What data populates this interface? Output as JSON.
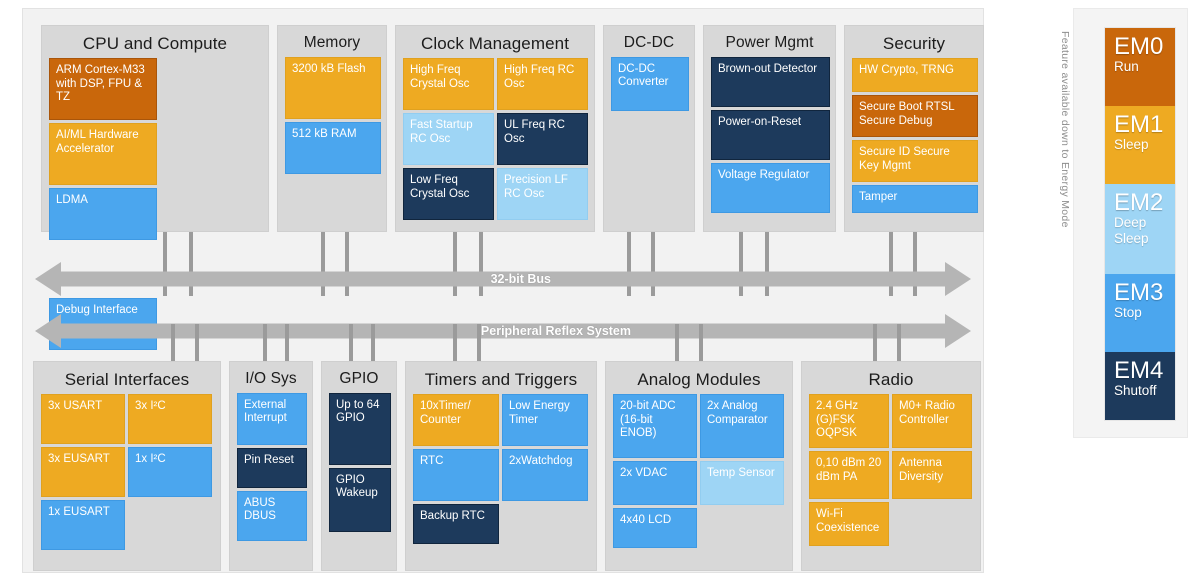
{
  "colors": {
    "em0": "#c9670b",
    "em1": "#eeaa22",
    "em2": "#9ed5f5",
    "em3": "#4ba6ee",
    "em4": "#1d3a5c",
    "panel_bg": "#f2f2f2",
    "group_bg": "#d8d8d8",
    "bus": "#b5b5b5"
  },
  "top_groups": [
    {
      "title": "CPU and Compute",
      "cells": [
        {
          "label": "ARM Cortex-M33 with DSP, FPU & TZ",
          "mode": "em0"
        },
        {
          "label": "AI/ML Hardware Accelerator",
          "mode": "em1"
        },
        {
          "label": "LDMA",
          "mode": "em3"
        },
        {
          "label": "",
          "mode": "blank"
        },
        {
          "label": "Debug Interface",
          "mode": "em3"
        },
        {
          "label": "",
          "mode": "blank"
        }
      ]
    },
    {
      "title": "Memory",
      "cells": [
        {
          "label": "3200 kB Flash",
          "mode": "em1"
        },
        {
          "label": "512 kB RAM",
          "mode": "em3"
        }
      ]
    },
    {
      "title": "Clock Management",
      "cells": [
        {
          "label": "High Freq Crystal Osc",
          "mode": "em1"
        },
        {
          "label": "High Freq RC Osc",
          "mode": "em1"
        },
        {
          "label": "Fast Startup RC Osc",
          "mode": "em2"
        },
        {
          "label": "UL Freq RC Osc",
          "mode": "em4"
        },
        {
          "label": "Low Freq Crystal Osc",
          "mode": "em4"
        },
        {
          "label": "Precision LF RC Osc",
          "mode": "em2"
        }
      ]
    },
    {
      "title": "DC-DC",
      "cells": [
        {
          "label": "DC-DC Converter",
          "mode": "em3"
        }
      ]
    },
    {
      "title": "Power Mgmt",
      "cells": [
        {
          "label": "Brown-out Detector",
          "mode": "em4"
        },
        {
          "label": "Power-on-Reset",
          "mode": "em4"
        },
        {
          "label": "Voltage Regulator",
          "mode": "em3"
        }
      ]
    },
    {
      "title": "Security",
      "cells": [
        {
          "label": "HW Crypto, TRNG",
          "mode": "em1"
        },
        {
          "label": "Secure Boot RTSL Secure Debug",
          "mode": "em0"
        },
        {
          "label": "Secure ID Secure Key Mgmt",
          "mode": "em1"
        },
        {
          "label": "Tamper",
          "mode": "em3"
        }
      ]
    }
  ],
  "buses": [
    {
      "label": "32-bit Bus"
    },
    {
      "label": "Peripheral Reflex System"
    }
  ],
  "bottom_groups": [
    {
      "title": "Serial Interfaces",
      "cells": [
        {
          "label": "3x USART",
          "mode": "em1"
        },
        {
          "label": "3x I²C",
          "mode": "em1"
        },
        {
          "label": "3x EUSART",
          "mode": "em1"
        },
        {
          "label": "1x I²C",
          "mode": "em3"
        },
        {
          "label": "1x EUSART",
          "mode": "em3"
        },
        {
          "label": "",
          "mode": "blank"
        }
      ]
    },
    {
      "title": "I/O Sys",
      "cells": [
        {
          "label": "External Interrupt",
          "mode": "em3"
        },
        {
          "label": "Pin Reset",
          "mode": "em4"
        },
        {
          "label": "ABUS DBUS",
          "mode": "em3"
        }
      ]
    },
    {
      "title": "GPIO",
      "cells": [
        {
          "label": "Up to 64 GPIO",
          "mode": "em4"
        },
        {
          "label": "GPIO Wakeup",
          "mode": "em4"
        }
      ]
    },
    {
      "title": "Timers and Triggers",
      "cells": [
        {
          "label": "10xTimer/ Counter",
          "mode": "em1"
        },
        {
          "label": "Low Energy Timer",
          "mode": "em3"
        },
        {
          "label": "RTC",
          "mode": "em3"
        },
        {
          "label": "2xWatchdog",
          "mode": "em3"
        },
        {
          "label": "Backup RTC",
          "mode": "em4"
        },
        {
          "label": "",
          "mode": "blank"
        }
      ]
    },
    {
      "title": "Analog Modules",
      "cells": [
        {
          "label": "20-bit ADC (16-bit ENOB)",
          "mode": "em3"
        },
        {
          "label": "2x Analog Comparator",
          "mode": "em3"
        },
        {
          "label": "2x VDAC",
          "mode": "em3"
        },
        {
          "label": "Temp Sensor",
          "mode": "em2"
        },
        {
          "label": "4x40 LCD",
          "mode": "em3"
        },
        {
          "label": "",
          "mode": "blank"
        }
      ]
    },
    {
      "title": "Radio",
      "cells": [
        {
          "label": "2.4 GHz (G)FSK OQPSK",
          "mode": "em1"
        },
        {
          "label": "M0+ Radio Controller",
          "mode": "em1"
        },
        {
          "label": "0,10 dBm 20 dBm PA",
          "mode": "em1"
        },
        {
          "label": "Antenna Diversity",
          "mode": "em1"
        },
        {
          "label": "Wi-Fi Coexistence",
          "mode": "em1"
        },
        {
          "label": "",
          "mode": "blank"
        }
      ]
    }
  ],
  "legend": {
    "caption": "Feature available down to Energy Mode",
    "items": [
      {
        "code": "EM0",
        "name": "Run",
        "mode": "em0"
      },
      {
        "code": "EM1",
        "name": "Sleep",
        "mode": "em1"
      },
      {
        "code": "EM2",
        "name": "Deep Sleep",
        "mode": "em2"
      },
      {
        "code": "EM3",
        "name": "Stop",
        "mode": "em3"
      },
      {
        "code": "EM4",
        "name": "Shutoff",
        "mode": "em4"
      }
    ]
  }
}
